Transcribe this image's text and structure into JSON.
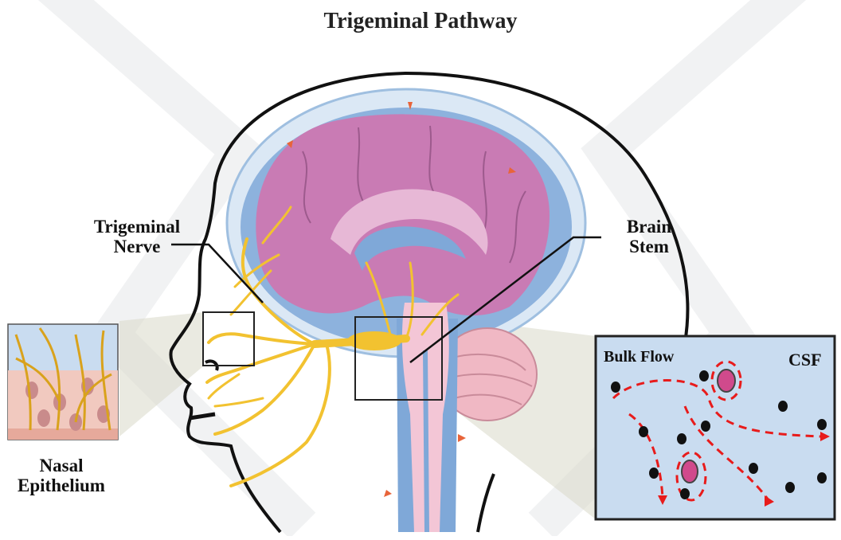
{
  "title": "Trigeminal Pathway",
  "labels": {
    "trigeminal_nerve_line1": "Trigeminal",
    "trigeminal_nerve_line2": "Nerve",
    "brain_stem_line1": "Brain",
    "brain_stem_line2": "Stem",
    "nasal_epithelium_line1": "Nasal",
    "nasal_epithelium_line2": "Epithelium",
    "bulk_flow": "Bulk Flow",
    "csf": "CSF"
  },
  "colors": {
    "nerve": "#f2c230",
    "nerve_dark": "#d9a21c",
    "brain": "#c97bb4",
    "brain_light": "#e7b8d6",
    "csf_blue": "#7fa8d8",
    "csf_light": "#b9d3ee",
    "skull": "#dbe8f5",
    "inset_bg": "#c9dcf0",
    "flow_arrow": "#e81b1b",
    "particle": "#111111",
    "watermark": "#9aa3ad",
    "callout_fill": "#d8d8c8"
  }
}
